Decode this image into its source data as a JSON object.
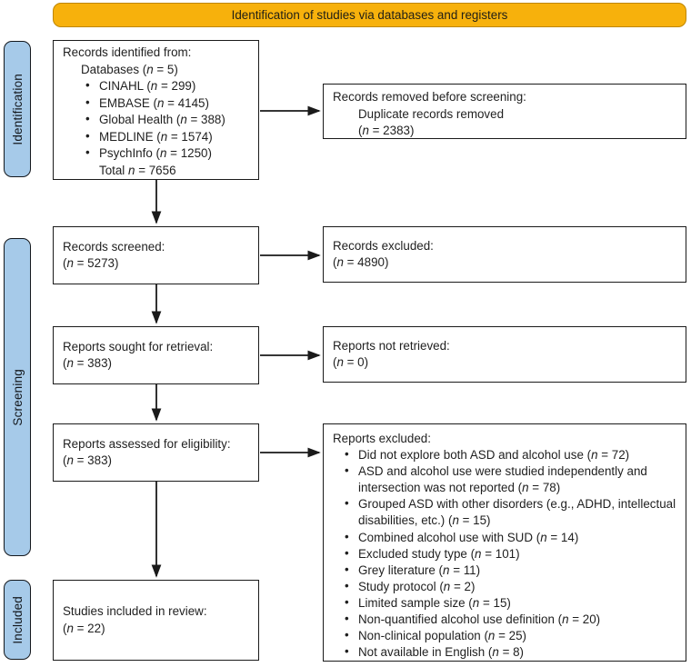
{
  "banner": {
    "label": "Identification of studies via databases and registers"
  },
  "stages": [
    {
      "label": "Identification"
    },
    {
      "label": "Screening"
    },
    {
      "label": "Included"
    }
  ],
  "boxes": {
    "identified": {
      "title": "Records identified from:",
      "subtitle": "Databases (n = 5)",
      "bullets": [
        "CINAHL (n = 299)",
        "EMBASE (n = 4145)",
        "Global Health (n = 388)",
        "MEDLINE (n = 1574)",
        "PsychInfo (n = 1250)"
      ],
      "total": "Total n = 7656"
    },
    "removed_before_screening": {
      "title": "Records removed before screening:",
      "lines": [
        "Duplicate records removed",
        "(n = 2383)"
      ]
    },
    "screened": {
      "lines": [
        "Records screened:",
        "(n = 5273)"
      ]
    },
    "records_excluded": {
      "lines": [
        "Records excluded:",
        "(n = 4890)"
      ]
    },
    "sought_for_retrieval": {
      "lines": [
        "Reports sought for retrieval:",
        "(n = 383)"
      ]
    },
    "not_retrieved": {
      "lines": [
        "Reports not retrieved:",
        "(n = 0)"
      ]
    },
    "assessed_for_eligibility": {
      "lines": [
        "Reports assessed for eligibility:",
        "(n = 383)"
      ]
    },
    "reports_excluded": {
      "title": "Reports excluded:",
      "bullets": [
        "Did not explore both ASD and alcohol use (n = 72)",
        "ASD and alcohol use were studied independently and intersection was not reported (n = 78)",
        "Grouped ASD with other disorders (e.g., ADHD, intellectual disabilities, etc.) (n = 15)",
        "Combined alcohol use with SUD (n = 14)",
        "Excluded study type (n = 101)",
        "Grey literature (n = 11)",
        "Study protocol (n = 2)",
        "Limited sample size (n = 15)",
        "Non-quantified alcohol use definition (n = 20)",
        "Non-clinical population (n = 25)",
        "Not available in English (n = 8)"
      ]
    },
    "included_in_review": {
      "lines": [
        "Studies included in review:",
        "(n = 22)"
      ]
    }
  },
  "colors": {
    "banner_fill": "#F7B10C",
    "banner_border": "#BE8600",
    "stage_fill": "#A6CAE9",
    "stage_border": "#14181D",
    "box_border": "#1A1A1A",
    "arrow": "#1A1A1A"
  }
}
